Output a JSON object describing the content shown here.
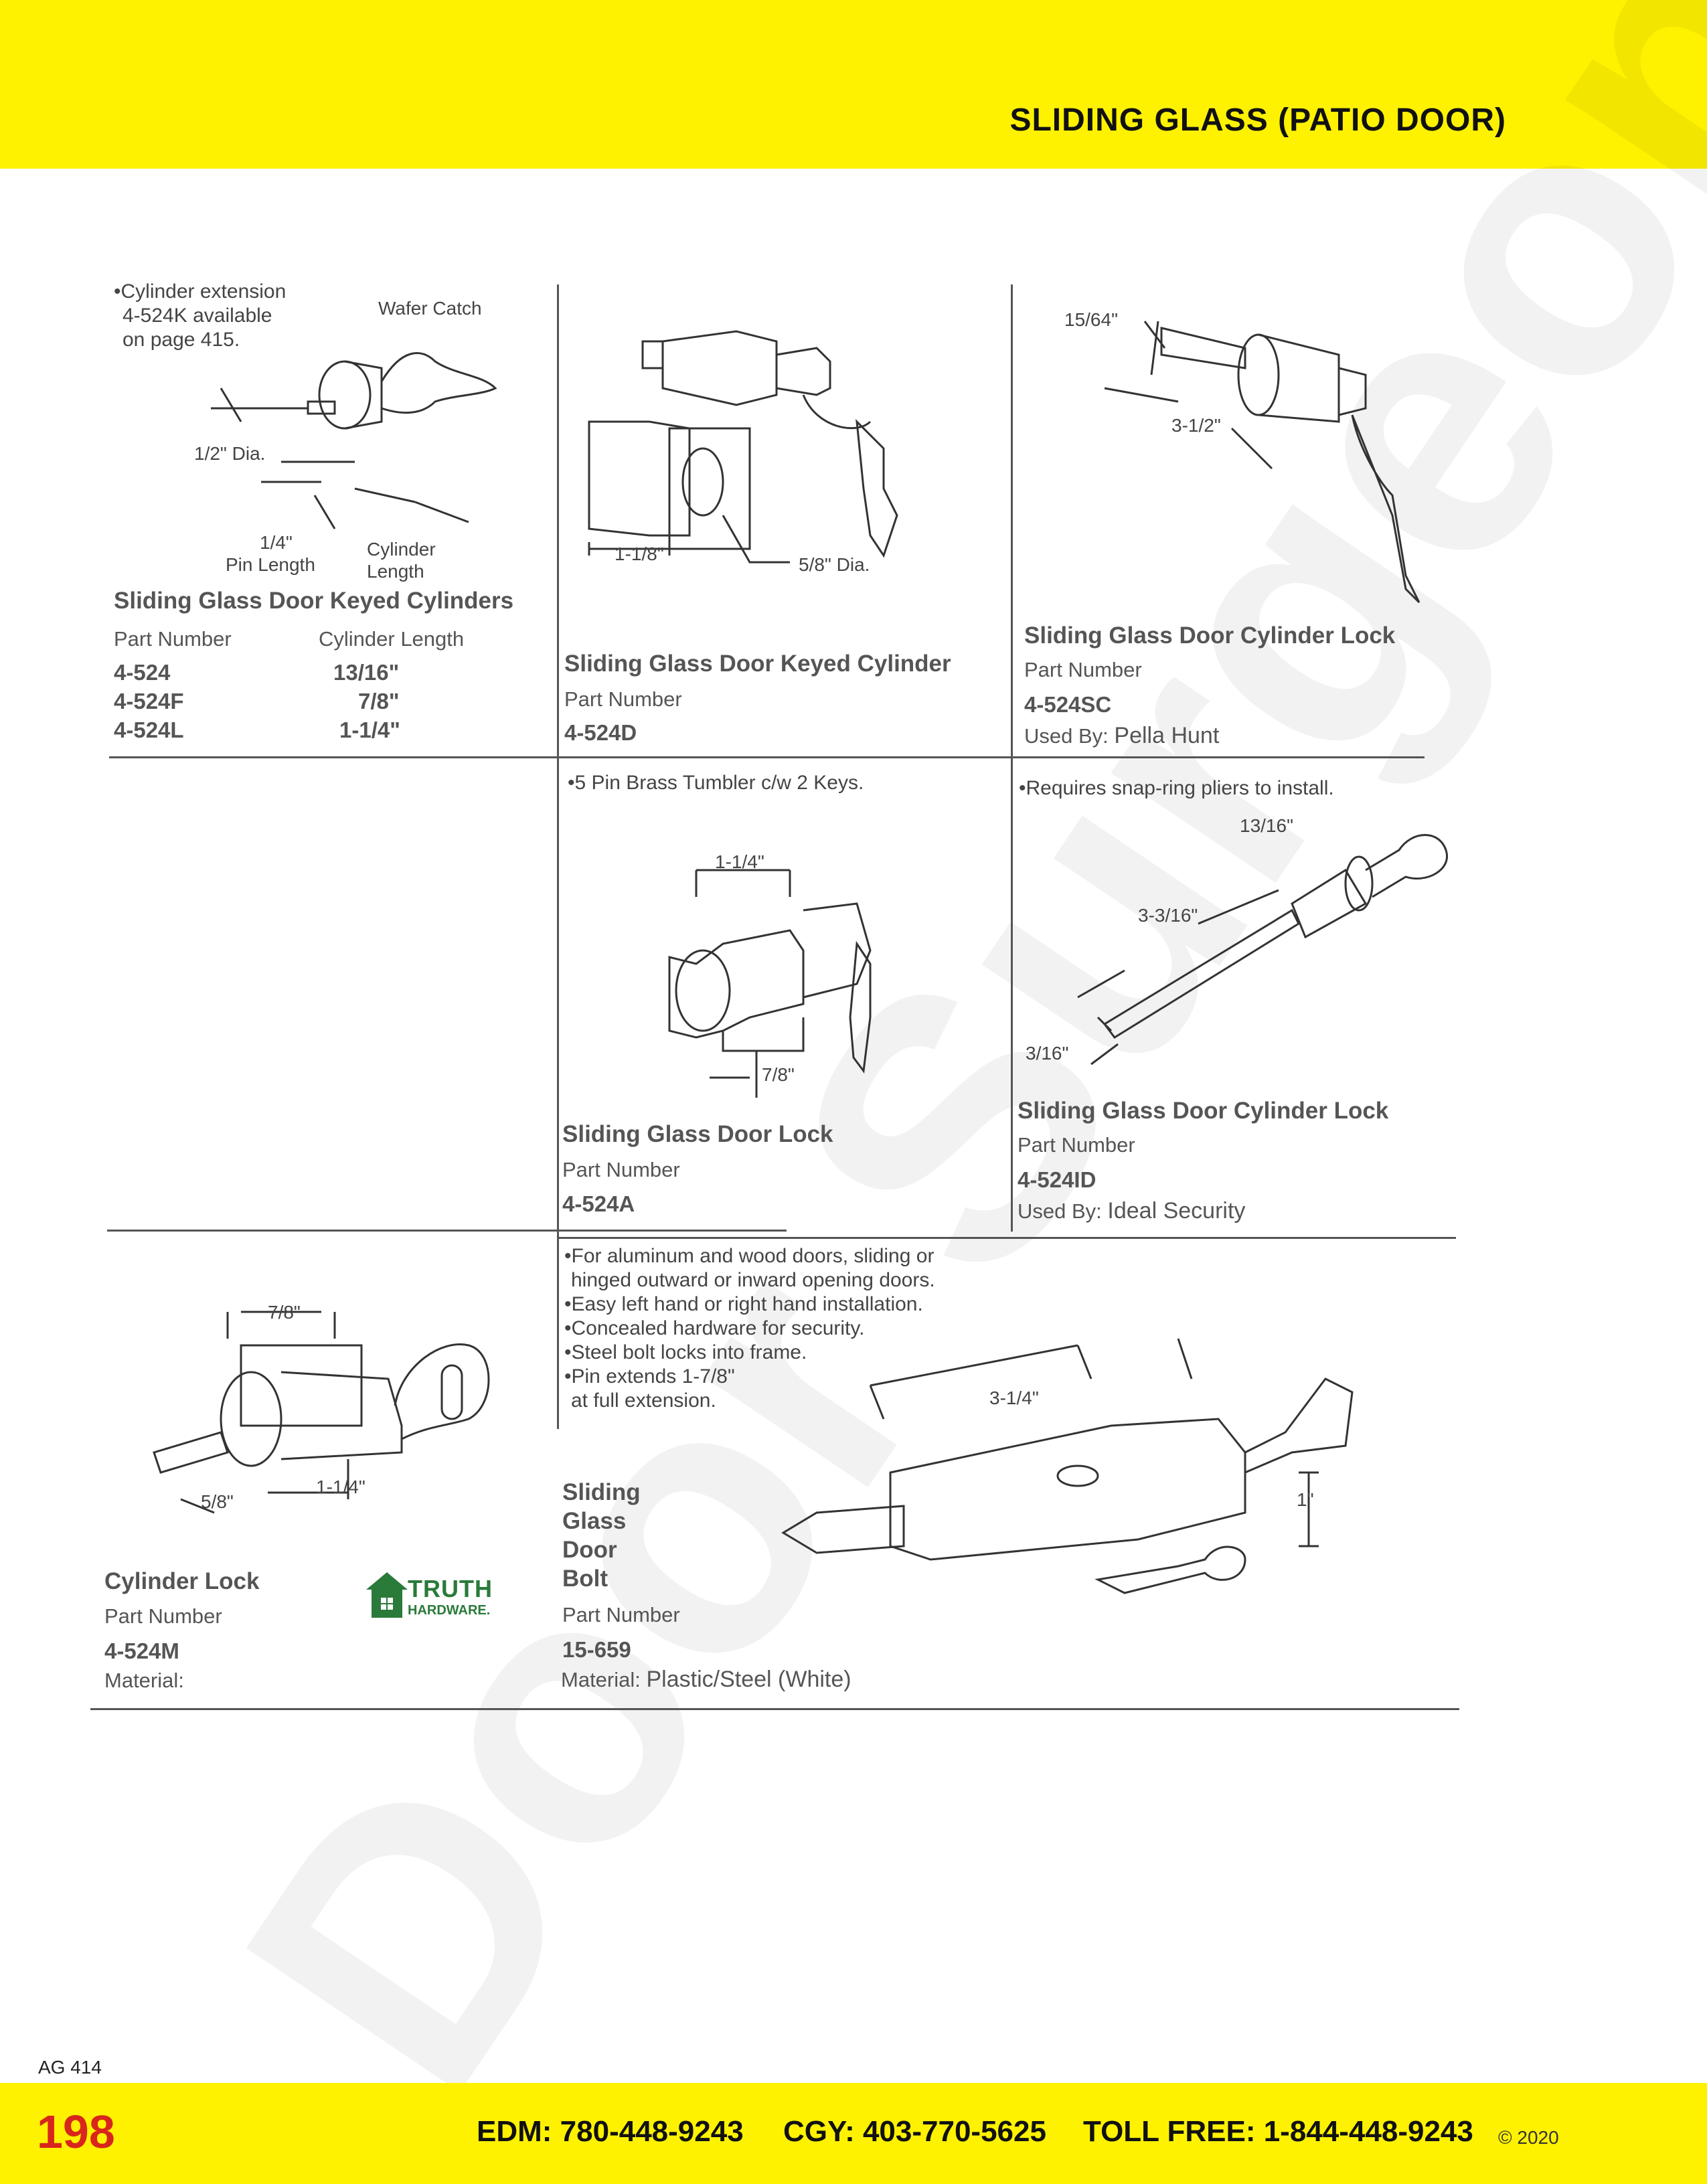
{
  "header": {
    "title": "SLIDING GLASS (PATIO DOOR)",
    "watermark": "Door Surgeon.com"
  },
  "footer": {
    "page_number": "198",
    "ag_ref": "AG 414",
    "edm": "EDM: 780-448-9243",
    "cgy": "CGY: 403-770-5625",
    "toll_free": "TOLL FREE: 1-844-448-9243",
    "copyright": "© 2020"
  },
  "item1": {
    "note_line1": "•Cylinder extension",
    "note_line2": "4-524K available",
    "note_line3": "on page 415.",
    "dims": {
      "wafer": "Wafer Catch",
      "dia": "1/2\" Dia.",
      "pin1": "1/4\"",
      "pin2": "Pin Length",
      "cyl1": "Cylinder",
      "cyl2": "Length"
    },
    "title": "Sliding Glass Door Keyed Cylinders",
    "col_part": "Part Number",
    "col_length": "Cylinder Length",
    "rows": [
      {
        "part": "4-524",
        "length": "13/16\""
      },
      {
        "part": "4-524F",
        "length": "7/8\""
      },
      {
        "part": "4-524L",
        "length": "1-1/4\""
      }
    ]
  },
  "item2": {
    "dims": {
      "length": "1-1/8\"",
      "dia": "5/8\" Dia."
    },
    "title": "Sliding Glass Door Keyed Cylinder",
    "part_label": "Part Number",
    "part": "4-524D"
  },
  "item3": {
    "dims": {
      "a": "15/64\"",
      "b": "3-1/2\""
    },
    "title": "Sliding Glass Door Cylinder Lock",
    "part_label": "Part Number",
    "part": "4-524SC",
    "used_by_label": "Used By:",
    "used_by": "Pella Hunt"
  },
  "item4": {
    "note": "•5 Pin Brass Tumbler c/w 2 Keys.",
    "dims": {
      "a": "1-1/4\"",
      "b": "7/8\""
    },
    "title": "Sliding Glass Door Lock",
    "part_label": "Part Number",
    "part": "4-524A"
  },
  "item5": {
    "note": "•Requires snap-ring pliers to install.",
    "dims": {
      "a": "13/16\"",
      "b": "3-3/16\"",
      "c": "3/16\""
    },
    "title": "Sliding Glass Door Cylinder Lock",
    "part_label": "Part Number",
    "part": "4-524ID",
    "used_by_label": "Used By:",
    "used_by": "Ideal Security"
  },
  "item6": {
    "dims": {
      "a": "7/8\"",
      "b": "5/8\"",
      "c": "1-1/4\""
    },
    "title": "Cylinder Lock",
    "part_label": "Part Number",
    "part": "4-524M",
    "material_label": "Material:",
    "logo_line1": "TRUTH",
    "logo_line2": "HARDWARE."
  },
  "item7": {
    "notes": [
      "•For aluminum and wood doors, sliding or",
      "hinged outward or inward opening doors.",
      "•Easy left hand or right hand installation.",
      "•Concealed hardware for security.",
      "•Steel bolt locks into frame.",
      "•Pin extends 1-7/8\"",
      "at full extension."
    ],
    "dims": {
      "a": "3-1/4\"",
      "b": "1\""
    },
    "title_lines": [
      "Sliding",
      "Glass",
      "Door",
      "Bolt"
    ],
    "part_label": "Part Number",
    "part": "15-659",
    "material_label": "Material:",
    "material": "Plastic/Steel (White)"
  },
  "colors": {
    "header_yellow": "#fff200",
    "page_number_red": "#d9261c",
    "logo_green": "#2a7a3a"
  }
}
